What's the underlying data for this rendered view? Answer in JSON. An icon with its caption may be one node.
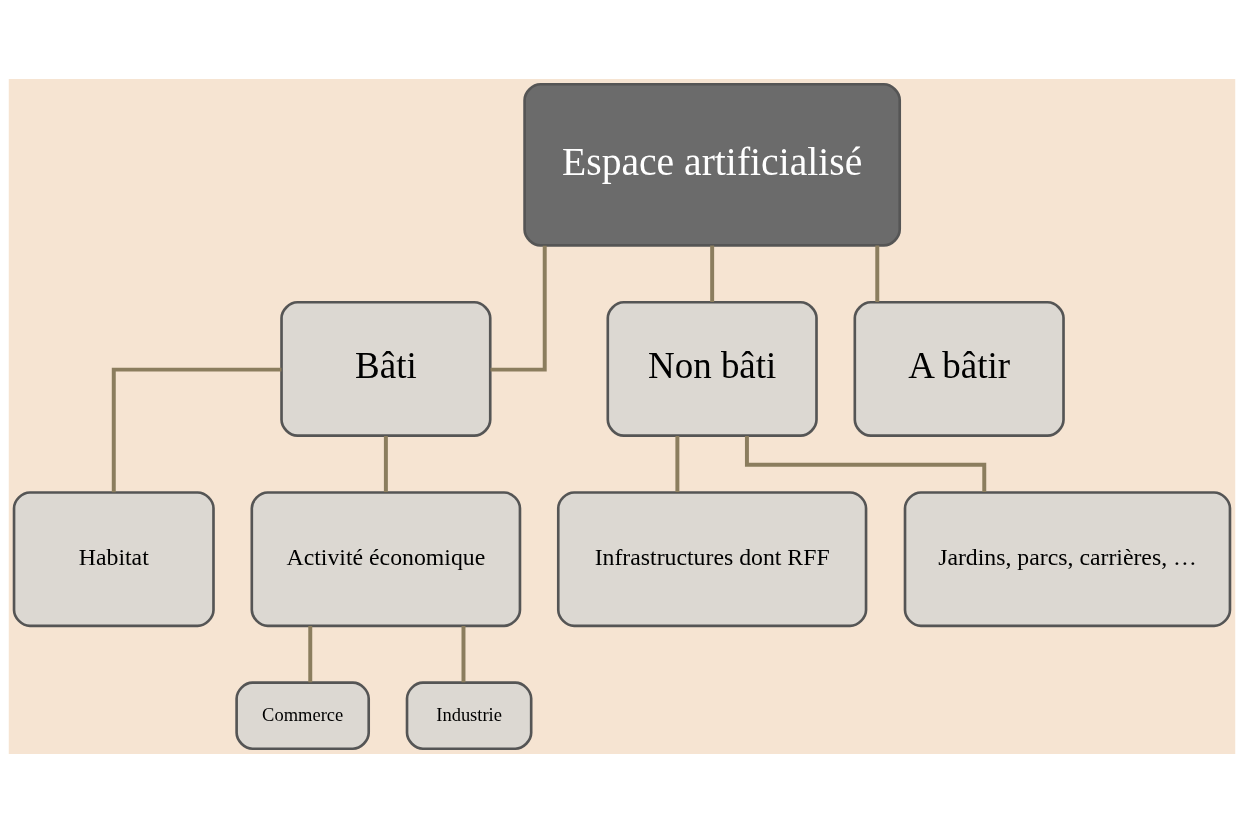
{
  "diagram": {
    "nodes": [
      {
        "text": [
          "Espace artificialisé"
        ]
      },
      {
        "text": [
          "Bâti"
        ]
      },
      {
        "text": [
          "Non bâti"
        ]
      },
      {
        "text": [
          "A bâtir"
        ]
      },
      {
        "text": [
          "Habitat"
        ]
      },
      {
        "text": [
          "Activité économique"
        ]
      },
      {
        "text": [
          "Infrastructures dont RFF"
        ]
      },
      {
        "text": [
          "Jardins, parcs, carrières, …"
        ]
      },
      {
        "text": [
          "Commerce"
        ]
      },
      {
        "text": [
          "Industrie"
        ]
      }
    ],
    "edges": [
      {
        "from": 0,
        "to": 1,
        "arrow": "none"
      },
      {
        "from": 0,
        "to": 2,
        "arrow": "none"
      },
      {
        "from": 0,
        "to": 3,
        "arrow": "none"
      },
      {
        "from": 1,
        "to": 4,
        "arrow": "none"
      },
      {
        "from": 1,
        "to": 5,
        "arrow": "none"
      },
      {
        "from": 2,
        "to": 6,
        "arrow": "none"
      },
      {
        "from": 2,
        "to": 7,
        "arrow": "none"
      },
      {
        "from": 5,
        "to": 8,
        "arrow": "none"
      },
      {
        "from": 5,
        "to": 9,
        "arrow": "none"
      }
    ]
  }
}
